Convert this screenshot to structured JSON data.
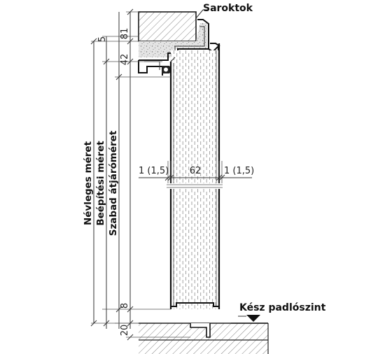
{
  "labels": {
    "corner_frame": "Saroktok",
    "finished_floor": "Kész padlószint",
    "nominal_size": "Névleges méret",
    "installation_size": "Beépítési méret",
    "clear_passage": "Szabad átjáróméret"
  },
  "dimensions": {
    "top_gap": "5",
    "frame_height": "81",
    "rebate_depth": "42",
    "left_gap": "1 (1,5)",
    "leaf_thickness": "62",
    "right_gap": "1 (1,5)",
    "floor_gap": "8",
    "floor_offset": "20"
  }
}
